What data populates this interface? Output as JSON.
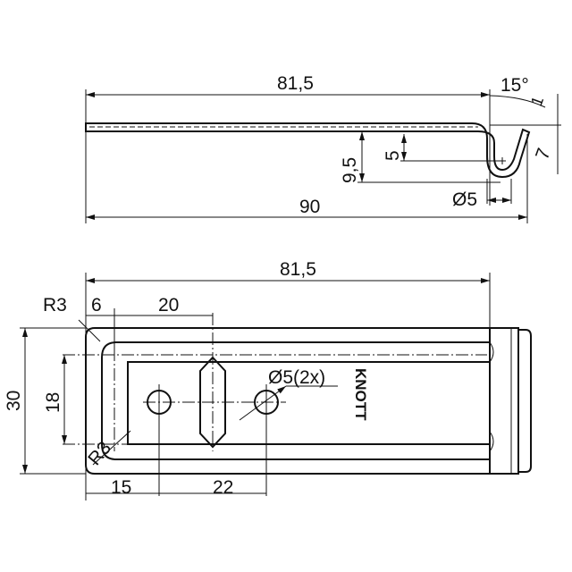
{
  "side_view": {
    "dim_length_top": "81,5",
    "dim_total": "90",
    "dim_angle": "15°",
    "dim_tip": "1",
    "dim_hook": "7",
    "dim_height": "9,5",
    "dim_inner": "5",
    "dim_bend_dia": "Ø5"
  },
  "plan_view": {
    "dim_length": "81,5",
    "dim_corner_radius": "R3",
    "dim_offset": "6",
    "dim_notch": "20",
    "dim_width": "30",
    "dim_slot": "18",
    "dim_inner_radius": "R3",
    "dim_hole1": "15",
    "dim_hole_spacing": "22",
    "dim_holes": "Ø5(2x)",
    "brand_mark": "KNOTT"
  }
}
